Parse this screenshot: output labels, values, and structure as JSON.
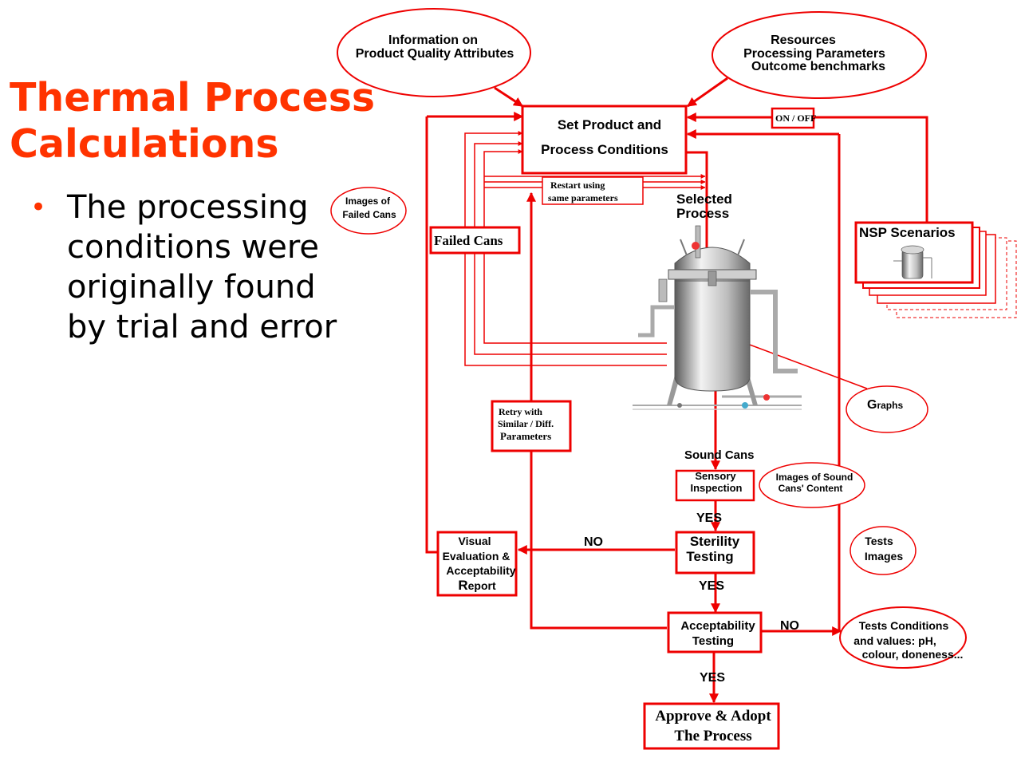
{
  "slide": {
    "title_line1": "Thermal Process",
    "title_line2": "Calculations",
    "bullet": {
      "line1": "The processing",
      "line2": "conditions were",
      "line3": "originally found",
      "line4": "by trial and error"
    }
  },
  "diagram": {
    "info_bubble": {
      "line1": "Information on",
      "line2": "Product Quality Attributes"
    },
    "resources_bubble": {
      "line1": "Resources",
      "line2": "Processing Parameters",
      "line3": "Outcome benchmarks"
    },
    "set_conditions": {
      "line1": "Set Product and",
      "line2": "Process Conditions"
    },
    "on_off": "ON / OFF",
    "restart": {
      "line1": "Restart using",
      "line2": "same parameters"
    },
    "selected_process": {
      "line1": "Selected",
      "line2": "Process"
    },
    "images_failed": {
      "line1": "Images of",
      "line2": "Failed Cans"
    },
    "failed_cans": "Failed Cans",
    "nsp_scenarios": "NSP Scenarios",
    "graphs": {
      "big": "G",
      "small": "raphs"
    },
    "retry": {
      "line1": "Retry  with",
      "line2": "Similar / Diff.",
      "line3": "Parameters"
    },
    "sound_cans": "Sound Cans",
    "sensory": {
      "line1": "Sensory",
      "line2": "Inspection"
    },
    "images_sound": {
      "line1": "Images of Sound",
      "line2": "Cans' Content"
    },
    "yes1": "YES",
    "no1": "NO",
    "visual": {
      "line1": "Visual",
      "line2": "Evaluation &",
      "line3": "Acceptability",
      "line4_big": "R",
      "line4_small": "eport"
    },
    "sterility": {
      "line1": "Sterility",
      "line2": "Testing"
    },
    "tests_images": {
      "line1": "Tests",
      "line2": "Images"
    },
    "yes2": "YES",
    "acceptability": {
      "line1": "Acceptability",
      "line2": "Testing"
    },
    "no2": "NO",
    "tests_conditions": {
      "line1": "Tests Conditions",
      "line2": "and values: pH,",
      "line3": "colour,  doneness..."
    },
    "yes3": "YES",
    "approve": {
      "line1": "Approve & Adopt",
      "line2": "The Process"
    }
  },
  "colors": {
    "accent": "#ff3300",
    "flow_red": "#ee0000"
  }
}
